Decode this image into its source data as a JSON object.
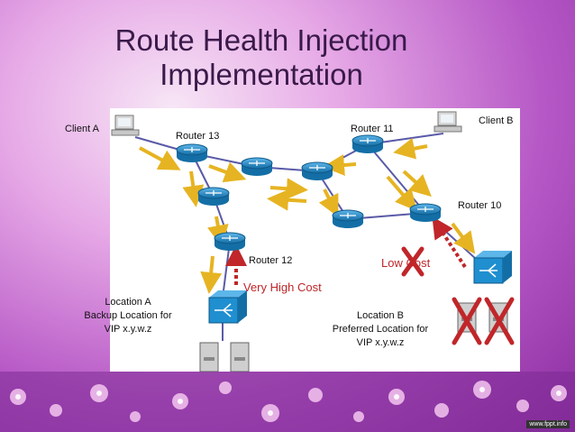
{
  "slide": {
    "title_line1": "Route Health Injection",
    "title_line2": "Implementation",
    "watermark": "www.fppt.info"
  },
  "labels": {
    "client_a": "Client A",
    "client_b": "Client B",
    "router_13": "Router 13",
    "router_11": "Router 11",
    "router_10": "Router 10",
    "router_12": "Router 12",
    "very_high_cost": "Very High Cost",
    "low_cost": "Low Cost",
    "location_a_line1": "Location A",
    "location_a_line2": "Backup Location for",
    "location_a_line3": "VIP x.y.w.z",
    "location_b_line1": "Location B",
    "location_b_line2": "Preferred Location for",
    "location_b_line3": "VIP x.y.w.z"
  },
  "colors": {
    "router": "#1f8fd0",
    "link": "#5a5aa8",
    "arrow": "#e6b422",
    "cost_arrow": "#c0262a",
    "failure_x": "#c0262a"
  }
}
